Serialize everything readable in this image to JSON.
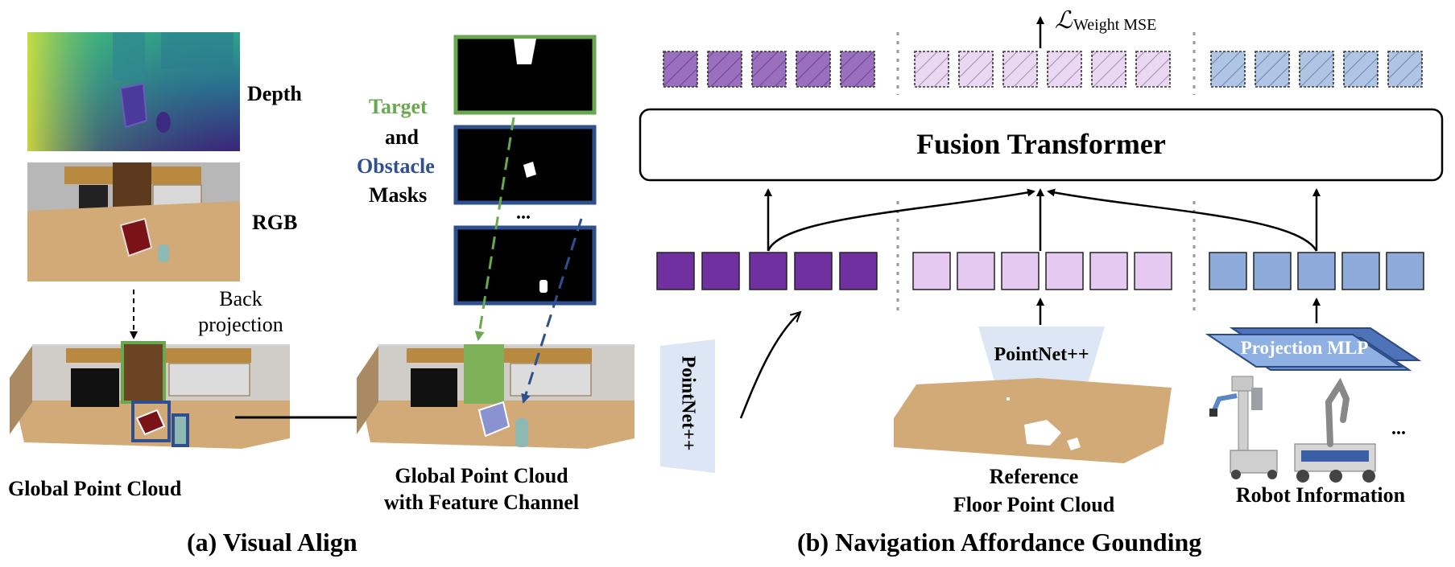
{
  "panel_a": {
    "depth_label": "Depth",
    "rgb_label": "RGB",
    "back_projection_line1": "Back",
    "back_projection_line2": "projection",
    "global_point_cloud_label": "Global Point Cloud",
    "feature_pc_line1": "Global Point Cloud",
    "feature_pc_line2": "with Feature Channel",
    "target_word": "Target",
    "and_word": "and",
    "obstacle_word": "Obstacle",
    "masks_word": "Masks",
    "ellipsis": "...",
    "caption": "(a) Visual Align"
  },
  "panel_b": {
    "loss_symbol": "ℒ",
    "loss_subscript": "Weight MSE",
    "fusion_label": "Fusion Transformer",
    "pointnet_left": "PointNet++",
    "pointnet_mid": "PointNet++",
    "projection_mlp": "Projection MLP",
    "reference_line1": "Reference",
    "reference_line2": "Floor Point Cloud",
    "robot_info": "Robot Information",
    "robot_ellipsis": "...",
    "caption": "(b) Navigation Affordance Gounding"
  },
  "colors": {
    "target_green": "#6aa84f",
    "obstacle_blue": "#2f4f8f",
    "token_purple": "#7030a0",
    "token_lavender": "#e6c9f0",
    "token_blue": "#8eaadb",
    "floor_tan": "#d2aa78"
  }
}
